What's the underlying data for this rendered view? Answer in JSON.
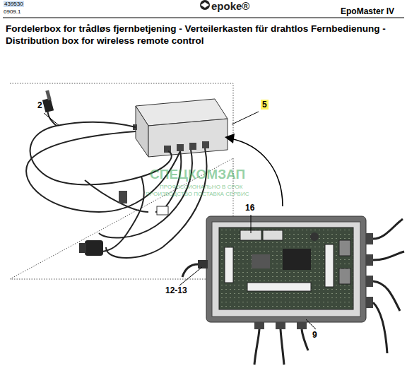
{
  "diagram": {
    "title": "Fordelerbox for trådløs fjernbetjening - Verteilerkasten für drahtlos Fernbedienung - Distribution box for wireless remote control",
    "labels": [
      "439530",
      "0909.1",
      "epoke®",
      "EpoMaster IV",
      "2",
      "5",
      "16",
      "12-13",
      "9",
      "СПЕЦКОМЗАП",
      "ПРОФЕССИОНАЛЬНО В СРОК",
      "ПРОИЗВОДСТВО ПОСТАВКА СЕРВИС"
    ]
  }
}
